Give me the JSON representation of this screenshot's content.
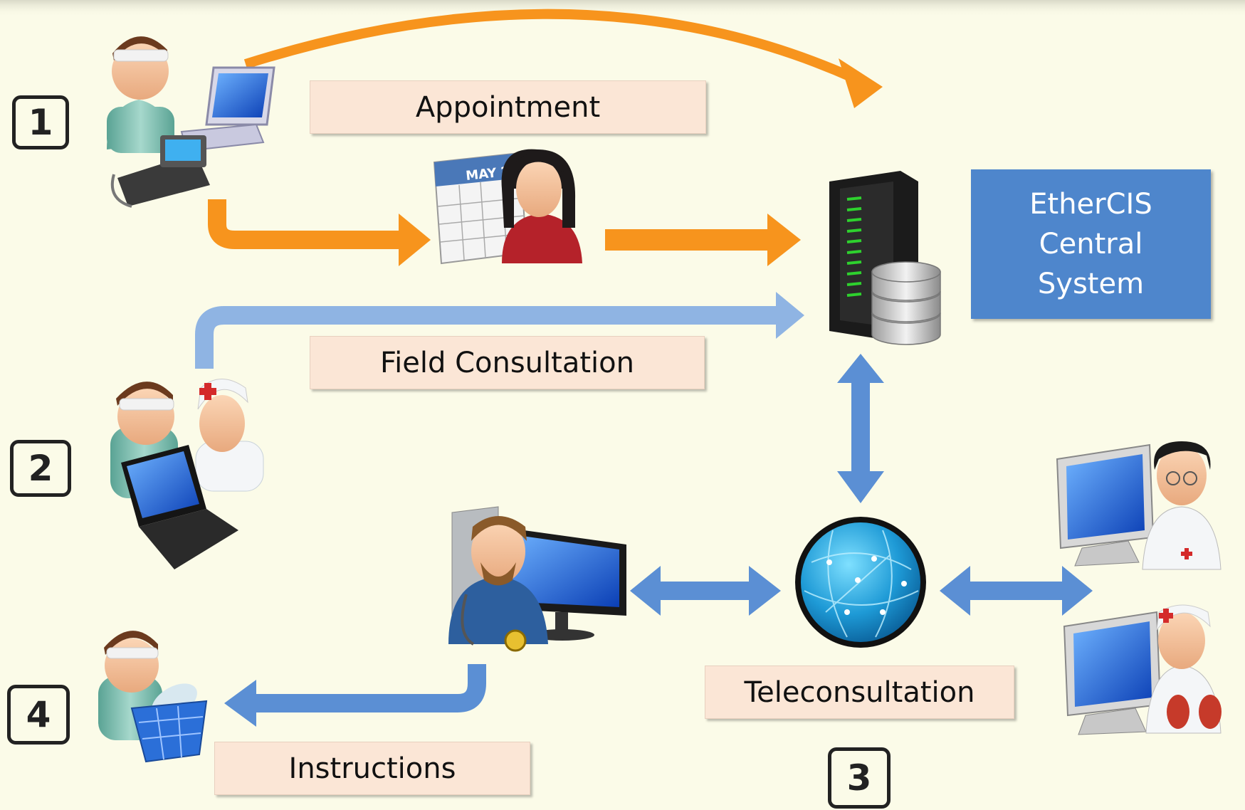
{
  "labels": {
    "appointment": "Appointment",
    "field_consultation": "Field Consultation",
    "teleconsultation": "Teleconsultation",
    "instructions": "Instructions"
  },
  "central_system": {
    "line1": "EtherCIS",
    "line2": "Central",
    "line3": "System"
  },
  "steps": [
    "1",
    "2",
    "3",
    "4"
  ],
  "calendar_text": "MAY 200",
  "colors": {
    "background": "#fbfbe8",
    "orange_arrow": "#f7941d",
    "blue_arrow": "#5b8fd4",
    "light_blue_arrow": "#8fb4e3",
    "label_fill": "#fbe6d6",
    "central_fill": "#4e86cc"
  },
  "icons": [
    "patient-with-devices-icon",
    "receptionist-calendar-icon",
    "server-database-icon",
    "patient-nurse-laptop-icon",
    "doctor-workstation-icon",
    "globe-network-icon",
    "specialist-workstation-icon",
    "nephrology-workstation-icon",
    "patient-medicine-basket-icon"
  ]
}
